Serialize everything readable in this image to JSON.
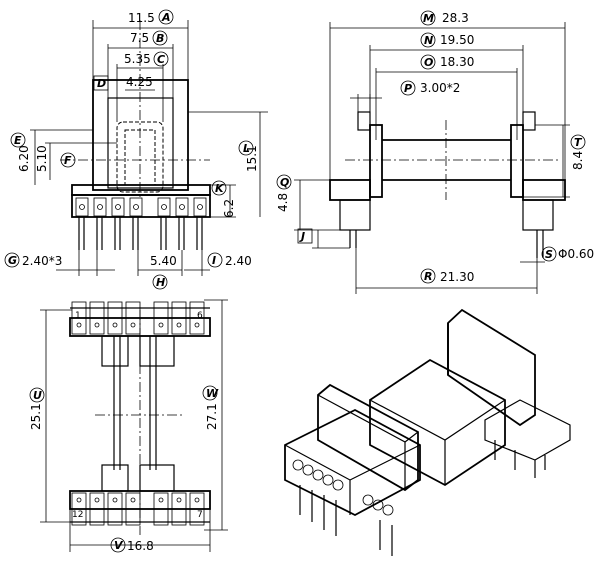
{
  "dims": {
    "A": {
      "letter": "A",
      "value": "11.5"
    },
    "B": {
      "letter": "B",
      "value": "7.5"
    },
    "C": {
      "letter": "C",
      "value": "5.35"
    },
    "D": {
      "letter": "D",
      "value": "4.25"
    },
    "E": {
      "letter": "E",
      "value": "6.20"
    },
    "F": {
      "letter": "F",
      "value": "5.10"
    },
    "G": {
      "letter": "G",
      "value": "2.40*3"
    },
    "H": {
      "letter": "H",
      "value": "5.40"
    },
    "I": {
      "letter": "I",
      "value": "2.40"
    },
    "J": {
      "letter": "J"
    },
    "K": {
      "letter": "K",
      "value": "6.2"
    },
    "L": {
      "letter": "L",
      "value": "15.1"
    },
    "M": {
      "letter": "M",
      "value": "28.3"
    },
    "N": {
      "letter": "N",
      "value": "19.50"
    },
    "O": {
      "letter": "O",
      "value": "18.30"
    },
    "P": {
      "letter": "P",
      "value": "3.00*2"
    },
    "Q": {
      "letter": "Q",
      "value": "4.8"
    },
    "R": {
      "letter": "R",
      "value": "21.30"
    },
    "S": {
      "letter": "S",
      "value": "Φ0.60"
    },
    "T": {
      "letter": "T",
      "value": "8.4"
    },
    "U": {
      "letter": "U",
      "value": "25.1"
    },
    "V": {
      "letter": "V",
      "value": "16.8"
    },
    "W": {
      "letter": "W",
      "value": "27.1"
    }
  },
  "pins": {
    "p1": "1",
    "p6": "6",
    "p12": "12",
    "p7": "7"
  }
}
